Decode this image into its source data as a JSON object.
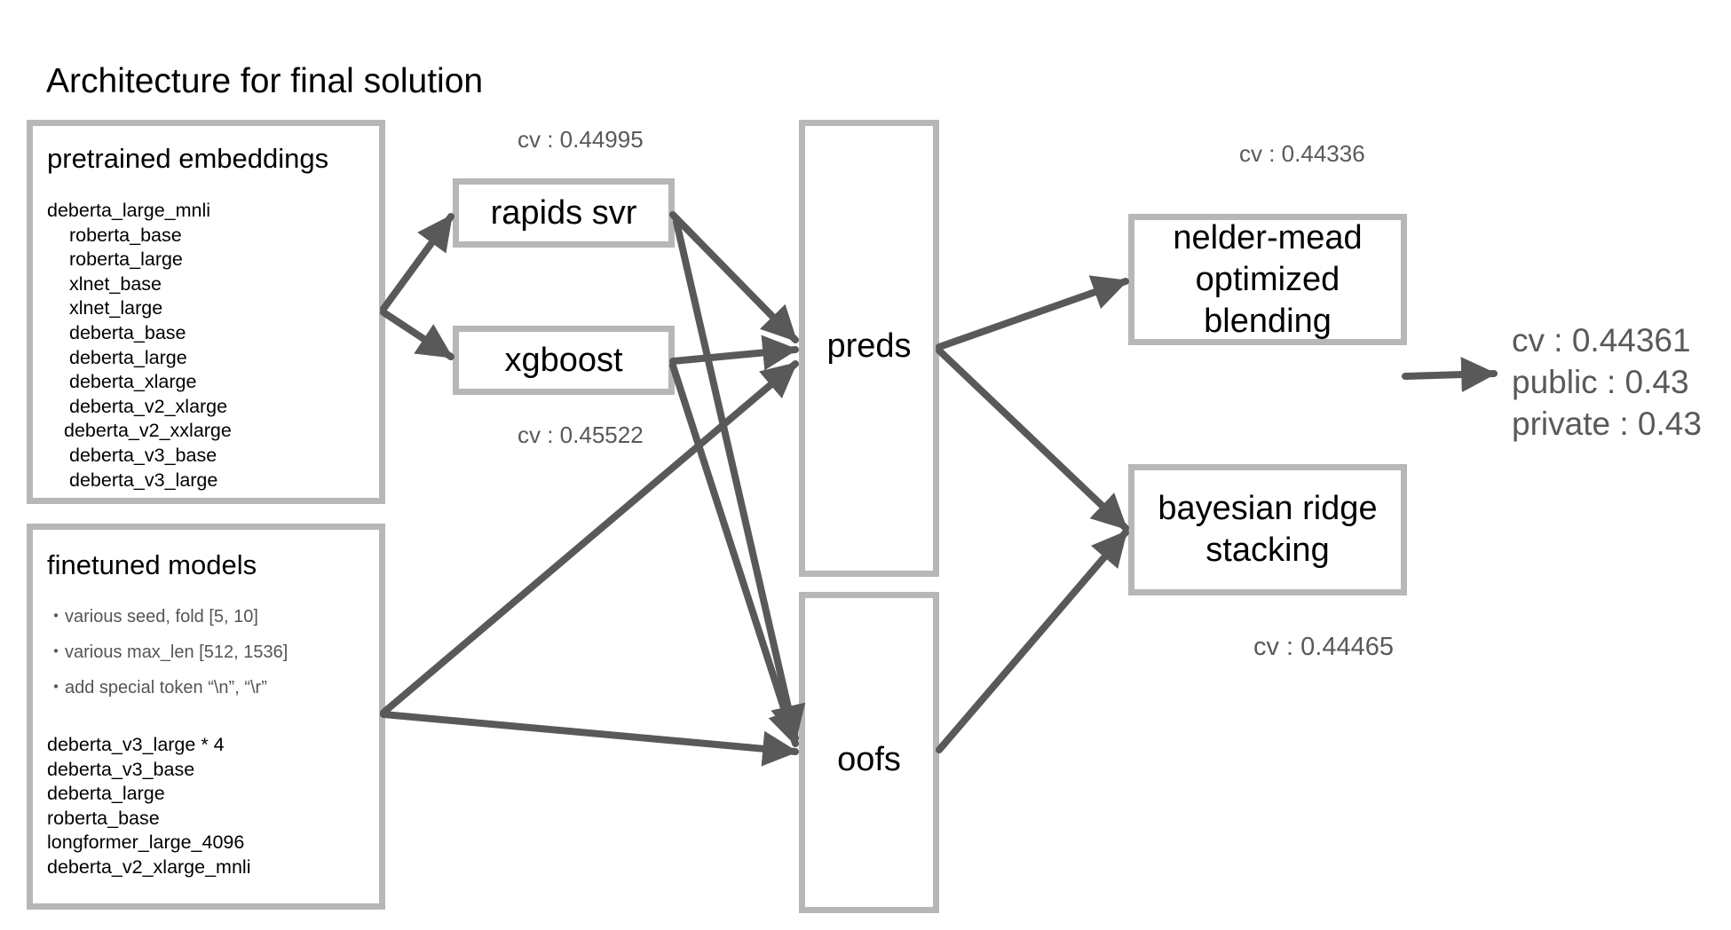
{
  "title": "Architecture for final solution",
  "pretrained": {
    "heading": "pretrained embeddings",
    "items": [
      "deberta_large_mnli",
      "roberta_base",
      "roberta_large",
      "xlnet_base",
      "xlnet_large",
      "deberta_base",
      "deberta_large",
      "deberta_xlarge",
      "deberta_v2_xlarge",
      "deberta_v2_xxlarge",
      "deberta_v3_base",
      "deberta_v3_large"
    ]
  },
  "finetuned": {
    "heading": "finetuned models",
    "notes": [
      "・various seed, fold [5, 10]",
      "・various max_len [512, 1536]",
      "・add special token “\\n”, “\\r”"
    ],
    "models": [
      "deberta_v3_large * 4",
      "deberta_v3_base",
      "deberta_large",
      "roberta_base",
      "longformer_large_4096",
      "deberta_v2_xlarge_mnli"
    ]
  },
  "nodes": {
    "svr": "rapids svr",
    "xgb": "xgboost",
    "preds": "preds",
    "oofs": "oofs",
    "nelder_line1": "nelder-mead",
    "nelder_line2": "optimized",
    "nelder_line3": "blending",
    "ridge_line1": "bayesian ridge",
    "ridge_line2": "stacking"
  },
  "scores": {
    "svr_cv": "cv : 0.44995",
    "xgb_cv": "cv : 0.45522",
    "nelder_cv": "cv : 0.44336",
    "ridge_cv": "cv : 0.44465"
  },
  "final": {
    "cv": "cv : 0.44361",
    "public": "public : 0.43",
    "private": "private : 0.43"
  },
  "colors": {
    "box_border": "#b7b7b7",
    "arrow": "#595959",
    "score_text": "#595959"
  }
}
